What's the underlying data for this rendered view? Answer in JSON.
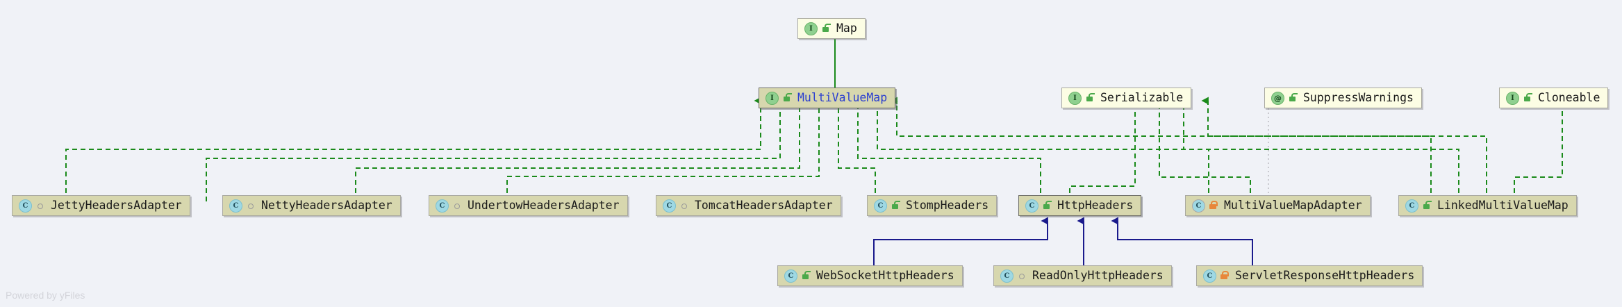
{
  "diagram": {
    "background": "#f0f2f7",
    "watermark": "Powered by yFiles",
    "implements_edge_color": "#1a8a1a",
    "extends_edge_color": "#1a1a8c",
    "dependency_edge_color": "#cccccc"
  },
  "nodes": {
    "map": {
      "label": "Map",
      "kind": "interface",
      "visibility": "public"
    },
    "mvm": {
      "label": "MultiValueMap",
      "kind": "interface",
      "visibility": "public"
    },
    "serial": {
      "label": "Serializable",
      "kind": "interface",
      "visibility": "public"
    },
    "suppress": {
      "label": "SuppressWarnings",
      "kind": "annotation",
      "visibility": "public"
    },
    "cloneable": {
      "label": "Cloneable",
      "kind": "interface",
      "visibility": "public"
    },
    "jetty": {
      "label": "JettyHeadersAdapter",
      "kind": "class",
      "visibility": "package"
    },
    "netty": {
      "label": "NettyHeadersAdapter",
      "kind": "class",
      "visibility": "package"
    },
    "undertow": {
      "label": "UndertowHeadersAdapter",
      "kind": "class",
      "visibility": "package"
    },
    "tomcat": {
      "label": "TomcatHeadersAdapter",
      "kind": "class",
      "visibility": "package"
    },
    "stomp": {
      "label": "StompHeaders",
      "kind": "class",
      "visibility": "public"
    },
    "http": {
      "label": "HttpHeaders",
      "kind": "class",
      "visibility": "public"
    },
    "mvmadapter": {
      "label": "MultiValueMapAdapter",
      "kind": "class",
      "visibility": "protected"
    },
    "linked": {
      "label": "LinkedMultiValueMap",
      "kind": "class",
      "visibility": "public"
    },
    "websocket": {
      "label": "WebSocketHttpHeaders",
      "kind": "class",
      "visibility": "public"
    },
    "readonly": {
      "label": "ReadOnlyHttpHeaders",
      "kind": "class",
      "visibility": "package"
    },
    "servlet": {
      "label": "ServletResponseHttpHeaders",
      "kind": "class",
      "visibility": "protected"
    }
  },
  "icons": {
    "interface": "I",
    "class": "C",
    "annotation": "@",
    "lock_open": "unlock-icon",
    "lock_closed": "lock-icon",
    "package": "package-visibility-icon"
  }
}
